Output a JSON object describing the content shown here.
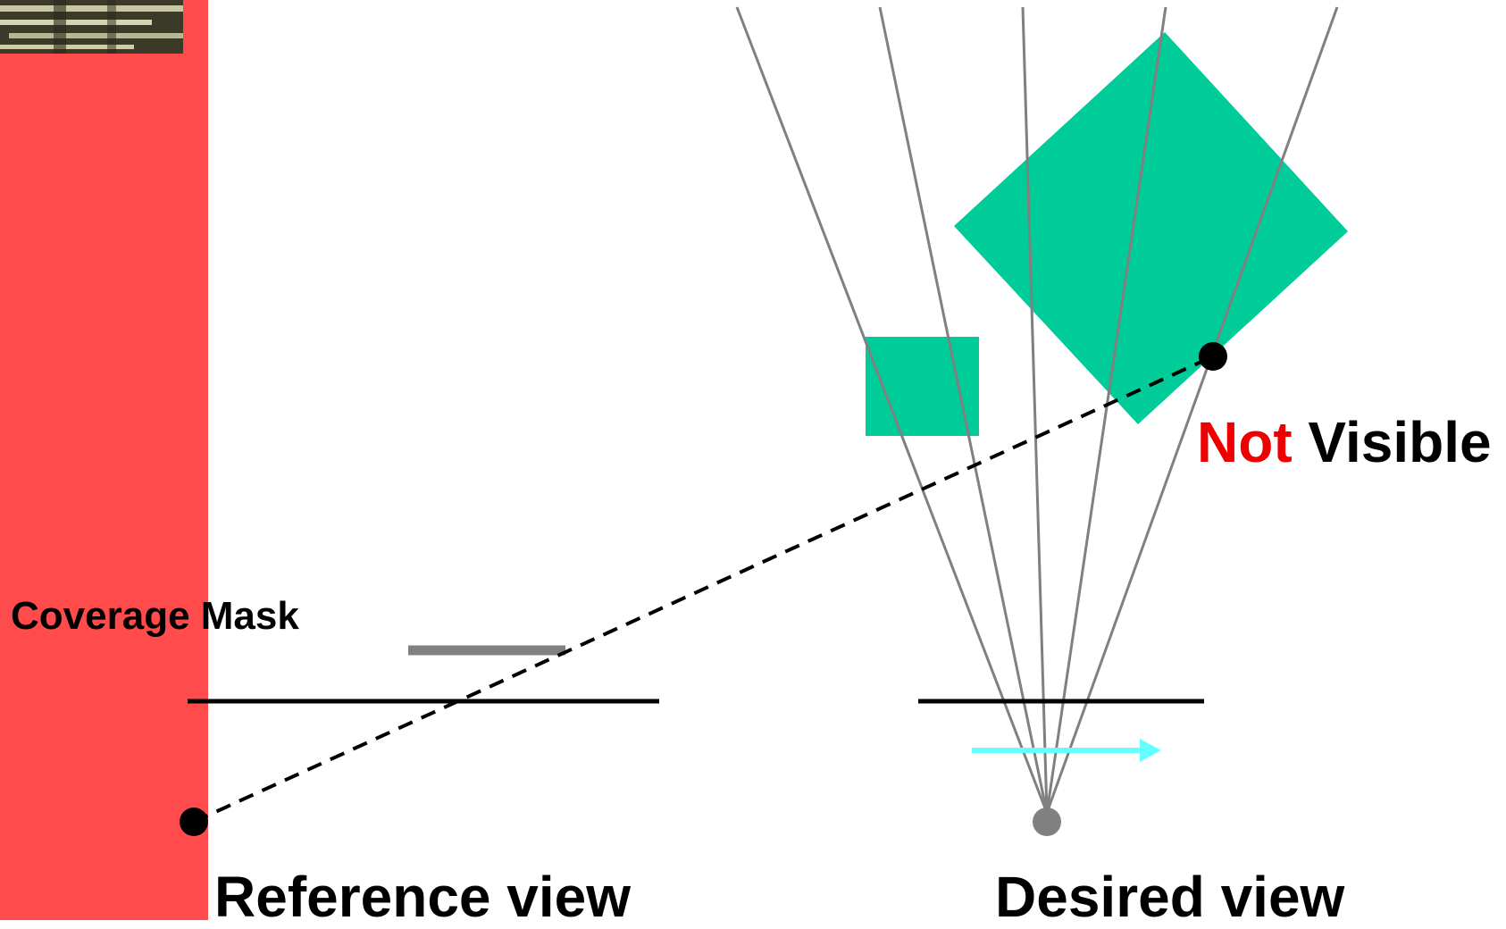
{
  "labels": {
    "coverage": "Coverage",
    "mask": "Mask",
    "not": "Not",
    "visible": "Visible",
    "reference_view": "Reference view",
    "desired_view": "Desired view"
  },
  "colors": {
    "coverage_panel": "#ff4b4b",
    "occluder": "#00cc99",
    "ray": "#808080",
    "image_plane": "#000000",
    "motion_arrow": "#66ffff",
    "not_emphasis": "#ee0000",
    "camera_center": "#808080",
    "projection_line": "#000000"
  },
  "icons": {
    "reference_image": "textured-image-thumbnail",
    "motion": "right-arrow"
  }
}
